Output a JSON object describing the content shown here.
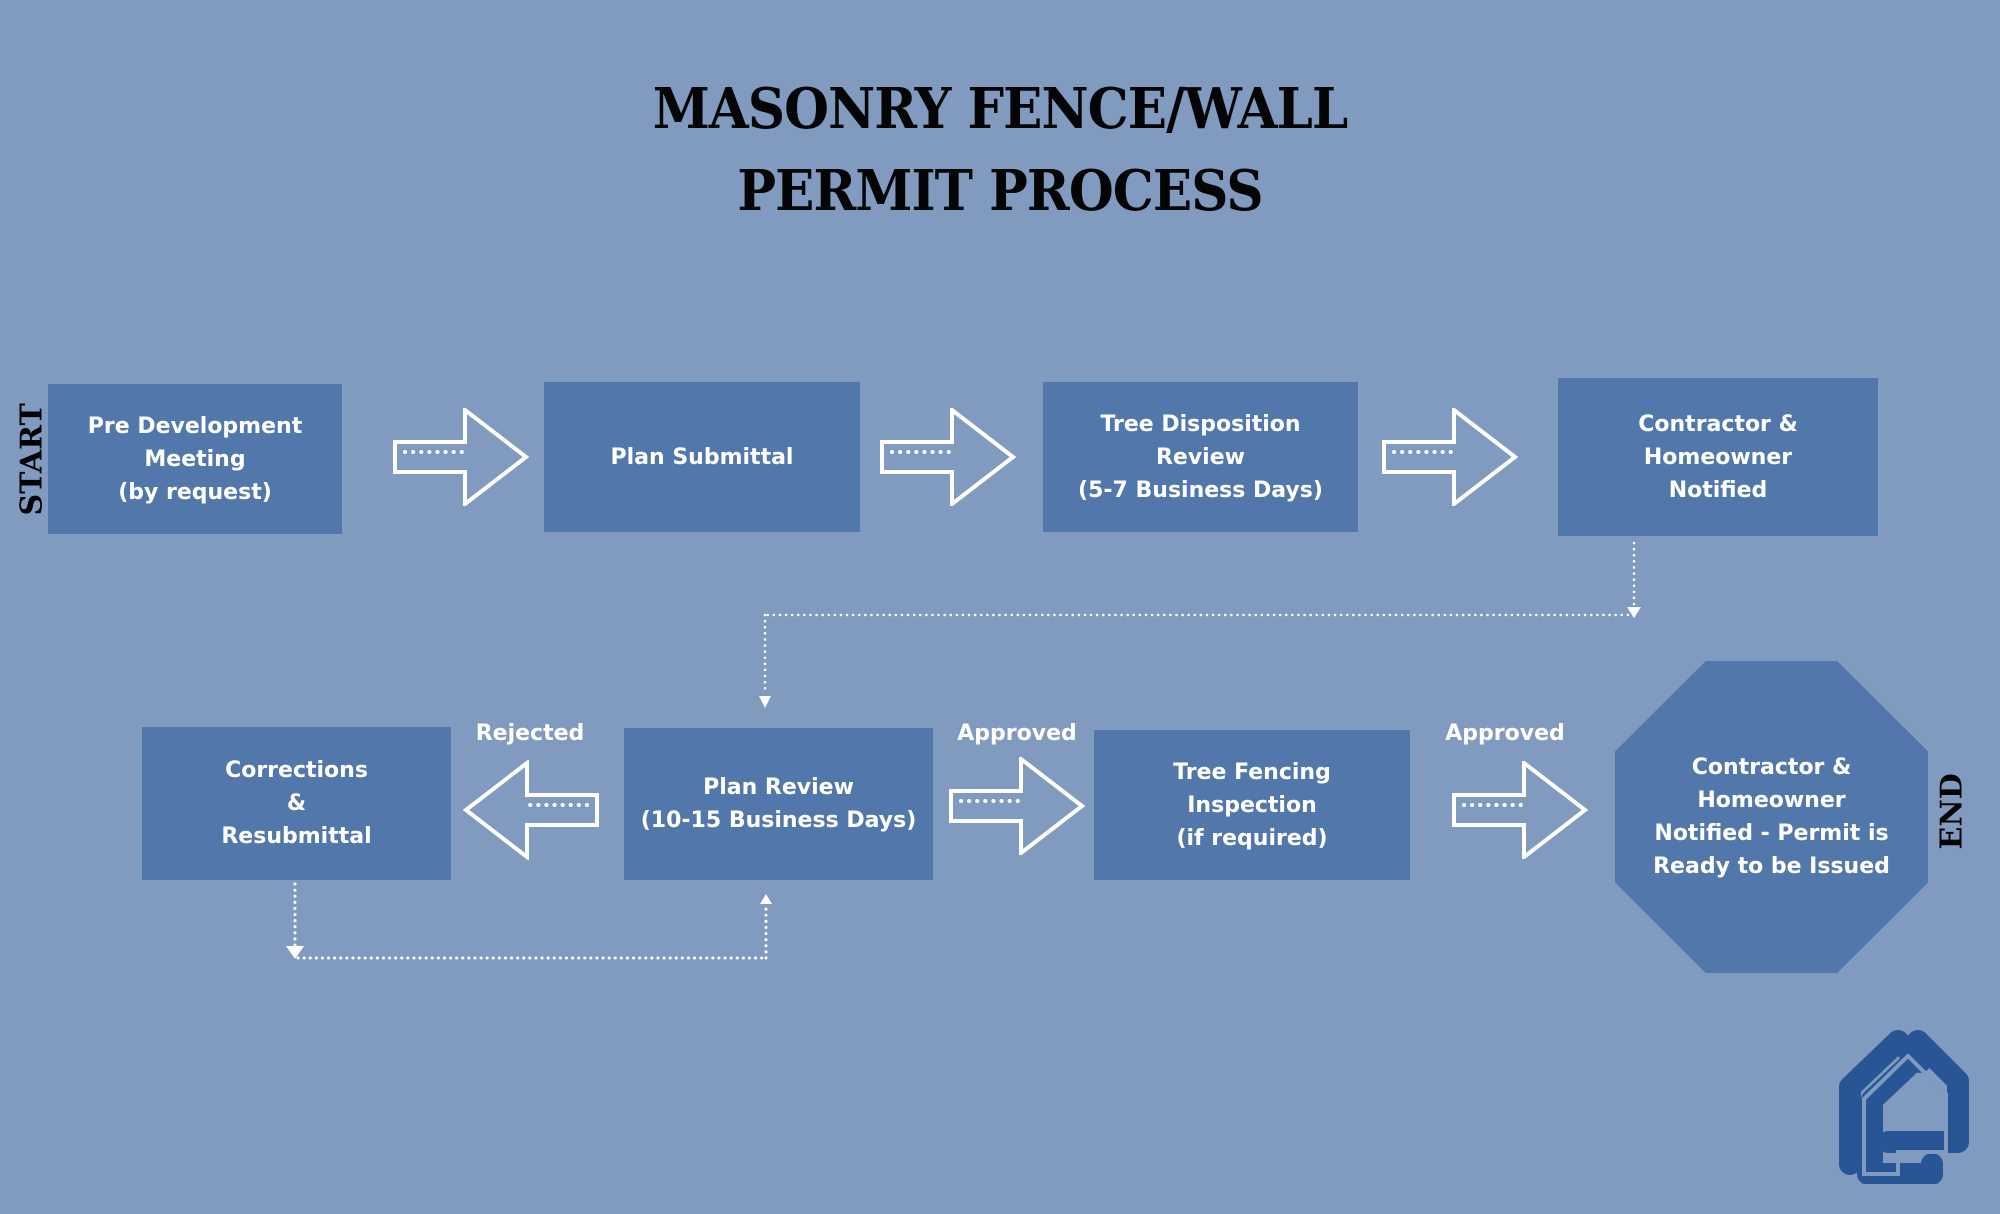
{
  "title": {
    "line1": "MASONRY FENCE/WALL",
    "line2": "PERMIT PROCESS"
  },
  "labels": {
    "start": "START",
    "end": "END"
  },
  "steps": [
    {
      "id": "pre-development-meeting",
      "text": "Pre Development\nMeeting\n(by request)"
    },
    {
      "id": "plan-submittal",
      "text": "Plan Submittal"
    },
    {
      "id": "tree-disposition-review",
      "text": "Tree Disposition\nReview\n(5-7 Business Days)"
    },
    {
      "id": "contractor-homeowner-notified",
      "text": "Contractor &\nHomeowner\nNotified"
    },
    {
      "id": "corrections-resubmittal",
      "text": "Corrections\n&\nResubmittal"
    },
    {
      "id": "plan-review",
      "text": "Plan Review\n(10-15 Business Days)"
    },
    {
      "id": "tree-fencing-inspection",
      "text": "Tree Fencing\nInspection\n(if required)"
    },
    {
      "id": "permit-ready",
      "text": "Contractor &\nHomeowner\nNotified - Permit is\nReady to be Issued"
    }
  ],
  "flow_labels": {
    "rejected": "Rejected",
    "approved_1": "Approved",
    "approved_2": "Approved"
  },
  "colors": {
    "background": "#819abf",
    "box": "#5277ab",
    "logo": "#275595",
    "text": "#ffffff",
    "title": "#050505"
  },
  "icons": {
    "logo": "house-logo-icon",
    "arrow": "hollow-arrow-icon"
  }
}
